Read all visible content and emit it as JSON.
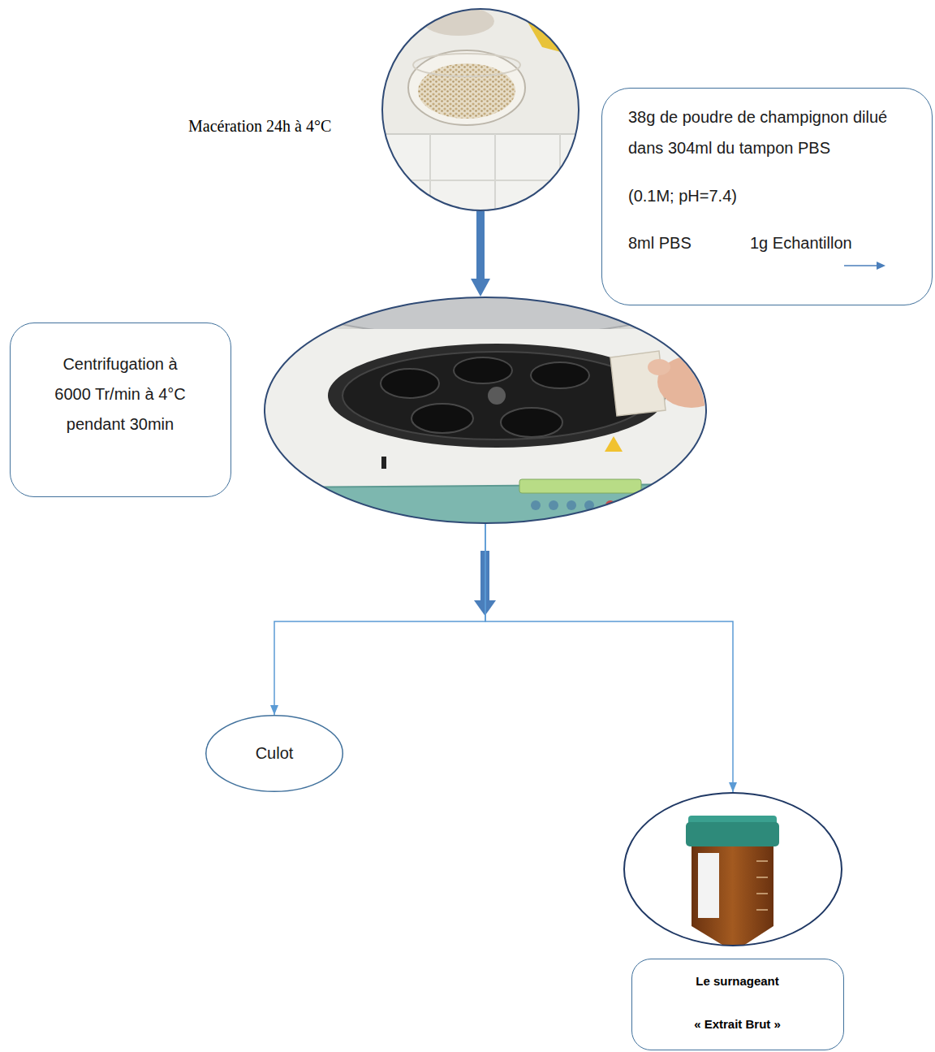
{
  "diagram": {
    "nodes": [
      {
        "text": [
          "Macération 24h à 4°C"
        ]
      },
      {
        "text": [
          "38g de poudre de champignon dilué dans 304ml du tampon PBS",
          "(0.1M; pH=7.4)",
          "8ml PBS",
          "1g Echantillon"
        ]
      },
      {
        "text": [
          "Centrifugation à 6000 Tr/min à 4°C pendant 30min"
        ]
      },
      {
        "text": []
      },
      {
        "text": [
          "Culot"
        ]
      },
      {
        "text": []
      },
      {
        "text": [
          "Le surnageant",
          "« Extrait Brut »"
        ]
      }
    ],
    "edges": [
      {
        "from": 0,
        "to": 3,
        "arrow": "to"
      },
      {
        "from": 3,
        "to": 4,
        "arrow": "to"
      },
      {
        "from": 3,
        "to": 5,
        "arrow": "to"
      }
    ]
  }
}
